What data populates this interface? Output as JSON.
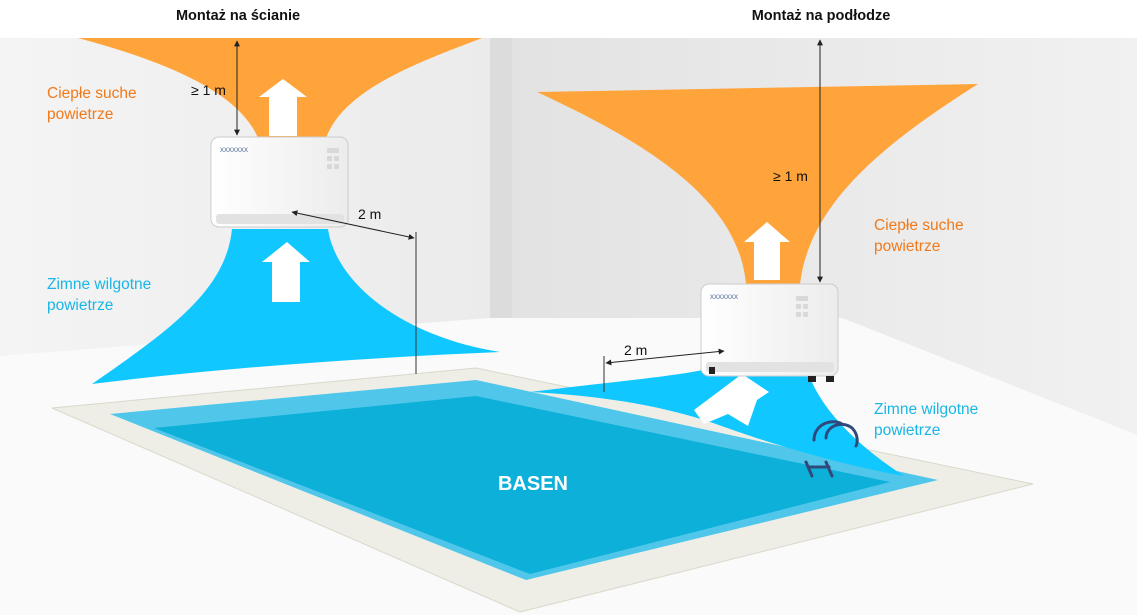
{
  "titles": {
    "wall": "Montaż na ścianie",
    "floor": "Montaż na podłodze"
  },
  "wall_unit": {
    "warm_air_line1": "Ciepłe suche",
    "warm_air_line2": "powietrze",
    "cold_air_line1": "Zimne wilgotne",
    "cold_air_line2": "powietrze",
    "clearance_label": "≥ 1 m",
    "distance_label": "2 m",
    "brand_label": "XXXXXXX"
  },
  "floor_unit": {
    "warm_air_line1": "Ciepłe suche",
    "warm_air_line2": "powietrze",
    "cold_air_line1": "Zimne wilgotne",
    "cold_air_line2": "powietrze",
    "clearance_label": "≥ 1 m",
    "distance_label": "2 m",
    "brand_label": "XXXXXXX"
  },
  "pool_label": "BASEN",
  "colors": {
    "warm": "#ffa43a",
    "cold": "#10c8ff",
    "pool": "#0cb0d8",
    "pool_rim": "#eeeee6",
    "warm_text": "#f07a1a",
    "cold_text": "#19b6e6"
  }
}
